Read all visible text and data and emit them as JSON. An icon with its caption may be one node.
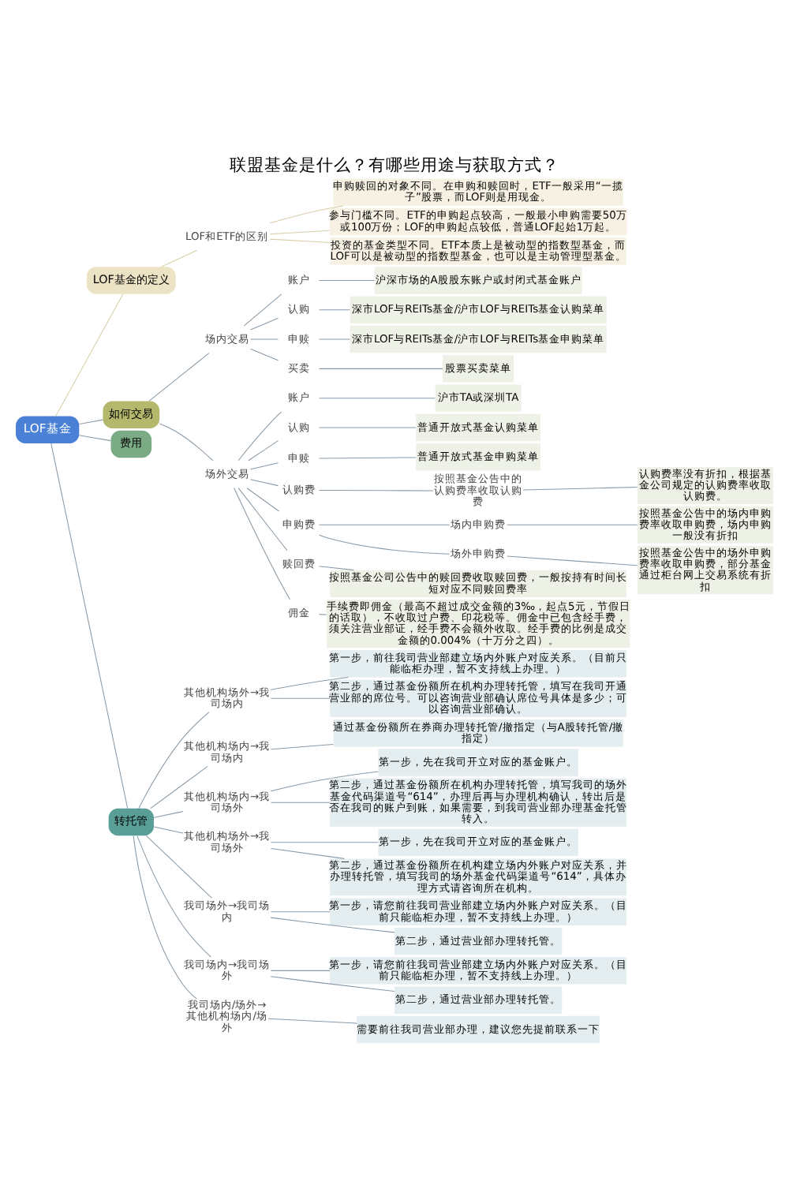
{
  "diagram": {
    "title": "联盟基金是什么？有哪些用途与获取方式？",
    "nodes": [
      {
        "text": [
          "LOF基金"
        ]
      },
      {
        "text": [
          "LOF基金的定义"
        ]
      },
      {
        "text": [
          "LOF和ETF的区别"
        ]
      },
      {
        "text": [
          "申购赎回的对象不同。在申购和赎回时，ETF一般采用“一揽子”股票，而LOF则是用现金。"
        ]
      },
      {
        "text": [
          "参与门槛不同。ETF的申购起点较高，一般最小申购需要50万或100万份；LOF的申购起点较低，普通LOF起始1万起。"
        ]
      },
      {
        "text": [
          "投资的基金类型不同。ETF本质上是被动型的指数型基金，而LOF可以是被动型的指数型基金，也可以是主动管理型基金。"
        ]
      },
      {
        "text": [
          "如何交易"
        ]
      },
      {
        "text": [
          "场内交易"
        ]
      },
      {
        "text": [
          "账户"
        ]
      },
      {
        "text": [
          "沪深市场的A股股东账户或封闭式基金账户"
        ]
      },
      {
        "text": [
          "认购"
        ]
      },
      {
        "text": [
          "深市LOF与REITs基金/沪市LOF与REITs基金认购菜单"
        ]
      },
      {
        "text": [
          "申赎"
        ]
      },
      {
        "text": [
          "深市LOF与REITs基金/沪市LOF与REITs基金申购菜单"
        ]
      },
      {
        "text": [
          "买卖"
        ]
      },
      {
        "text": [
          "股票买卖菜单"
        ]
      },
      {
        "text": [
          "场外交易"
        ]
      },
      {
        "text": [
          "账户"
        ]
      },
      {
        "text": [
          "沪市TA或深圳TA"
        ]
      },
      {
        "text": [
          "认购"
        ]
      },
      {
        "text": [
          "普通开放式基金认购菜单"
        ]
      },
      {
        "text": [
          "申赎"
        ]
      },
      {
        "text": [
          "普通开放式基金申购菜单"
        ]
      },
      {
        "text": [
          "认购费"
        ]
      },
      {
        "text": [
          "按照基金公告中的认购费率收取认购费"
        ]
      },
      {
        "text": [
          "认购费率没有折扣，根据基金公司规定的认购费率收取认购费。"
        ]
      },
      {
        "text": [
          "申购费"
        ]
      },
      {
        "text": [
          "场内申购费"
        ]
      },
      {
        "text": [
          "按照基金公告中的场内申购费率收取申购费，场内申购一般没有折扣"
        ]
      },
      {
        "text": [
          "场外申购费"
        ]
      },
      {
        "text": [
          "按照基金公告中的场外申购费率收取申购费，部分基金通过柜台网上交易系统有折扣"
        ]
      },
      {
        "text": [
          "赎回费"
        ]
      },
      {
        "text": [
          "按照基金公司公告中的赎回费收取赎回费，一般按持有时间长短对应不同赎回费率"
        ]
      },
      {
        "text": [
          "佣金"
        ]
      },
      {
        "text": [
          "手续费即佣金（最高不超过成交金额的3‰，起点5元，节假日的话取），不收取过户费、印花税等。佣金中已包含经手费，须关注营业部证，经手费不会额外收取。经手费的比例是成交金额的0.004%（十万分之四）。"
        ]
      },
      {
        "text": [
          "费用"
        ]
      },
      {
        "text": [
          "转托管"
        ]
      },
      {
        "text": [
          "其他机构场外→我司场内"
        ]
      },
      {
        "text": [
          "第一步，前往我司营业部建立场内外账户对应关系。（目前只能临柜办理，暂不支持线上办理。）"
        ]
      },
      {
        "text": [
          "第二步，通过基金份额所在机构办理转托管，填写在我司开通营业部的席位号。可以咨询营业部确认席位号具体是多少；可以咨询营业部确认。"
        ]
      },
      {
        "text": [
          "其他机构场内→我司场内"
        ]
      },
      {
        "text": [
          "通过基金份额所在券商办理转托管/撤指定（与A股转托管/撤指定）"
        ]
      },
      {
        "text": [
          "其他机构场内→我司场外"
        ]
      },
      {
        "text": [
          "第一步，先在我司开立对应的基金账户。"
        ]
      },
      {
        "text": [
          "第二步，通过基金份额所在机构办理转托管，填写我司的场外基金代码渠道号“614”，办理后再与办理机构确认，转出后是否在我司的账户到账，如果需要，到我司营业部办理基金托管转入。"
        ]
      },
      {
        "text": [
          "其他机构场外→我司场外"
        ]
      },
      {
        "text": [
          "第一步，先在我司开立对应的基金账户。"
        ]
      },
      {
        "text": [
          "第二步，通过基金份额所在机构建立场内外账户对应关系，并办理转托管，填写我司的场外基金代码渠道号“614”，具体办理方式请咨询所在机构。"
        ]
      },
      {
        "text": [
          "我司场外→我司场内"
        ]
      },
      {
        "text": [
          "第一步，请您前往我司营业部建立场内外账户对应关系。（目前只能临柜办理，暂不支持线上办理。）"
        ]
      },
      {
        "text": [
          "第二步，通过营业部办理转托管。"
        ]
      },
      {
        "text": [
          "我司场内→我司场外"
        ]
      },
      {
        "text": [
          "第一步，请您前往我司营业部建立场内外账户对应关系。（目前只能临柜办理，暂不支持线上办理。）"
        ]
      },
      {
        "text": [
          "第二步，通过营业部办理转托管。"
        ]
      },
      {
        "text": [
          "我司场内/场外→其他机构场内/场外"
        ]
      },
      {
        "text": [
          "需要前往我司营业部办理，建议您先提前联系一下"
        ]
      }
    ],
    "edges": [
      {
        "from": 0,
        "to": 1,
        "arrow": "none",
        "color": "#d8cfa8"
      },
      {
        "from": 1,
        "to": 2,
        "arrow": "none",
        "color": "#d8cfa8"
      },
      {
        "from": 2,
        "to": 3,
        "arrow": "none",
        "color": "#d8cfa8"
      },
      {
        "from": 2,
        "to": 4,
        "arrow": "none",
        "color": "#d8cfa8"
      },
      {
        "from": 2,
        "to": 5,
        "arrow": "none",
        "color": "#d8cfa8"
      },
      {
        "from": 0,
        "to": 6,
        "arrow": "none"
      },
      {
        "from": 6,
        "to": 7,
        "arrow": "none"
      },
      {
        "from": 7,
        "to": 8,
        "arrow": "none"
      },
      {
        "from": 8,
        "to": 9,
        "arrow": "none"
      },
      {
        "from": 7,
        "to": 10,
        "arrow": "none"
      },
      {
        "from": 10,
        "to": 11,
        "arrow": "none"
      },
      {
        "from": 7,
        "to": 12,
        "arrow": "none"
      },
      {
        "from": 12,
        "to": 13,
        "arrow": "none"
      },
      {
        "from": 7,
        "to": 14,
        "arrow": "none"
      },
      {
        "from": 14,
        "to": 15,
        "arrow": "none"
      },
      {
        "from": 6,
        "to": 16,
        "arrow": "none"
      },
      {
        "from": 16,
        "to": 17,
        "arrow": "none"
      },
      {
        "from": 17,
        "to": 18,
        "arrow": "none"
      },
      {
        "from": 16,
        "to": 19,
        "arrow": "none"
      },
      {
        "from": 19,
        "to": 20,
        "arrow": "none"
      },
      {
        "from": 16,
        "to": 21,
        "arrow": "none"
      },
      {
        "from": 21,
        "to": 22,
        "arrow": "none"
      },
      {
        "from": 16,
        "to": 23,
        "arrow": "none"
      },
      {
        "from": 23,
        "to": 24,
        "arrow": "none"
      },
      {
        "from": 24,
        "to": 25,
        "arrow": "none"
      },
      {
        "from": 16,
        "to": 26,
        "arrow": "none"
      },
      {
        "from": 26,
        "to": 27,
        "arrow": "none"
      },
      {
        "from": 27,
        "to": 28,
        "arrow": "none"
      },
      {
        "from": 26,
        "to": 29,
        "arrow": "none"
      },
      {
        "from": 29,
        "to": 30,
        "arrow": "none"
      },
      {
        "from": 16,
        "to": 31,
        "arrow": "none"
      },
      {
        "from": 31,
        "to": 32,
        "arrow": "none"
      },
      {
        "from": 16,
        "to": 33,
        "arrow": "none"
      },
      {
        "from": 33,
        "to": 34,
        "arrow": "none"
      },
      {
        "from": 0,
        "to": 35,
        "arrow": "none"
      },
      {
        "from": 0,
        "to": 36,
        "arrow": "none"
      },
      {
        "from": 36,
        "to": 37,
        "arrow": "none"
      },
      {
        "from": 37,
        "to": 38,
        "arrow": "none"
      },
      {
        "from": 37,
        "to": 39,
        "arrow": "none"
      },
      {
        "from": 36,
        "to": 40,
        "arrow": "none"
      },
      {
        "from": 40,
        "to": 41,
        "arrow": "none"
      },
      {
        "from": 36,
        "to": 42,
        "arrow": "none"
      },
      {
        "from": 42,
        "to": 43,
        "arrow": "none"
      },
      {
        "from": 42,
        "to": 44,
        "arrow": "none"
      },
      {
        "from": 36,
        "to": 45,
        "arrow": "none"
      },
      {
        "from": 45,
        "to": 46,
        "arrow": "none"
      },
      {
        "from": 45,
        "to": 47,
        "arrow": "none"
      },
      {
        "from": 36,
        "to": 48,
        "arrow": "none"
      },
      {
        "from": 48,
        "to": 49,
        "arrow": "none"
      },
      {
        "from": 48,
        "to": 50,
        "arrow": "none"
      },
      {
        "from": 36,
        "to": 51,
        "arrow": "none"
      },
      {
        "from": 51,
        "to": 52,
        "arrow": "none"
      },
      {
        "from": 51,
        "to": 53,
        "arrow": "none"
      },
      {
        "from": 36,
        "to": 54,
        "arrow": "none"
      },
      {
        "from": 54,
        "to": 55,
        "arrow": "none"
      }
    ]
  }
}
